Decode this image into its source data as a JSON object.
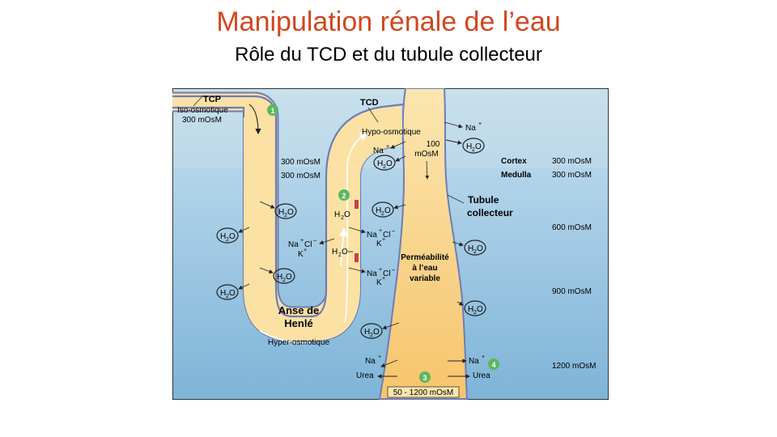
{
  "header": {
    "title": "Manipulation rénale de l’eau",
    "subtitle": "Rôle du TCD et du tubule collecteur"
  },
  "colors": {
    "title": "#d2461e",
    "cortex_bg": "#c4dde9",
    "medulla_top": "#aed0e6",
    "medulla_bottom": "#7eb4d8",
    "tubule_fill": "#fbe1a4",
    "tubule_outline": "#6d7db6",
    "marker_green": "#5cb85c",
    "pump_red": "#c9404a"
  },
  "labels": {
    "tcp": "TCP",
    "iso": "Iso-osmotique",
    "tcp_osm": "300 mOsM",
    "tcd": "TCD",
    "hypo": "Hypo-osmotique",
    "hundred": "100",
    "mosm": "mOsM",
    "cortex": "Cortex",
    "medulla": "Medulla",
    "tubule_line1": "Tubule",
    "tubule_line2": "collecteur",
    "perm1": "Perméabilité",
    "perm2": "à l’eau",
    "perm3": "variable",
    "anse1": "Anse de",
    "anse2": "Henlé",
    "hyper": "Hyper-osmotique",
    "range": "50 - 1200 mOsM",
    "left_300a": "300 mOsM",
    "left_300b": "300 mOsM",
    "scale_300a": "300 mOsM",
    "scale_300b": "300 mOsM",
    "scale_600": "600 mOsM",
    "scale_900": "900 mOsM",
    "scale_1200": "1200 mOsM",
    "na": "Na",
    "nacl": "Na",
    "k": "K",
    "urea": "Urea",
    "h2o": "H",
    "marker1": "1",
    "marker2": "2",
    "marker3": "3",
    "marker4": "4"
  }
}
